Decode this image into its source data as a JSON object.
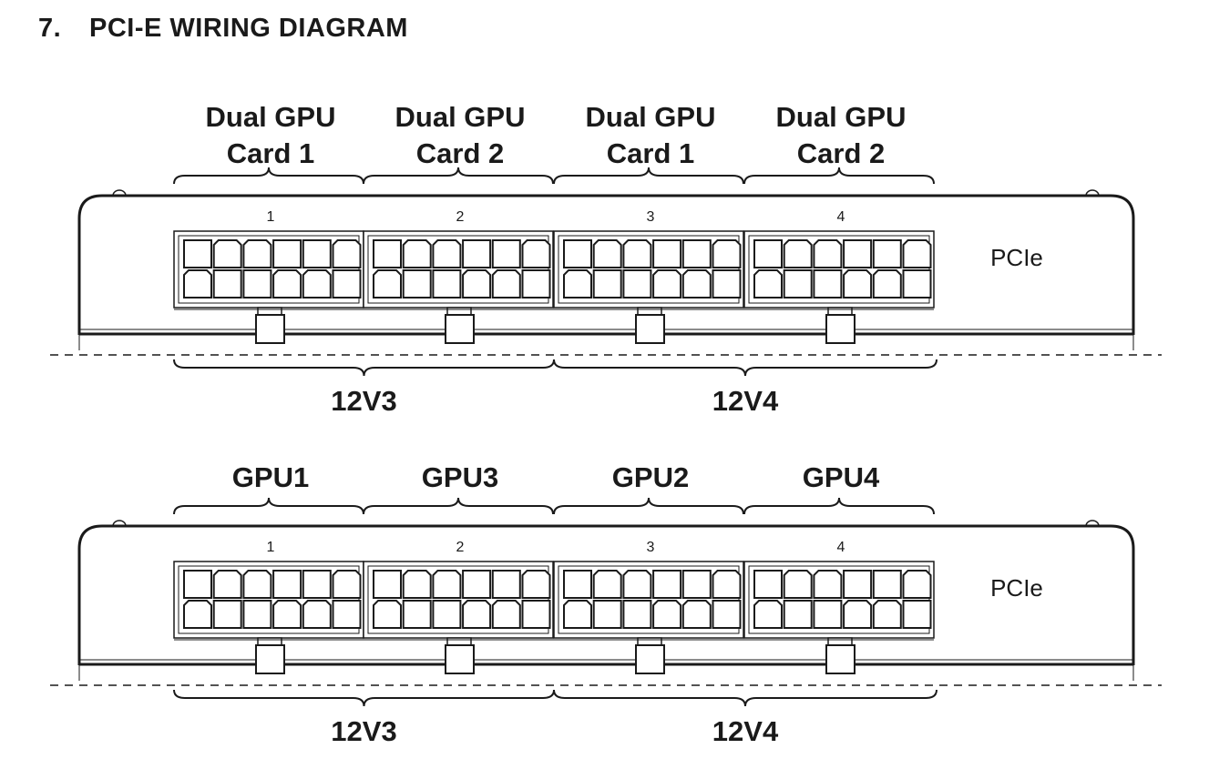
{
  "header": {
    "section_number": "7.",
    "title": "PCI-E WIRING DIAGRAM"
  },
  "panels": [
    {
      "id": "dual-gpu",
      "top_labels": [
        [
          "Dual GPU",
          "Card 1"
        ],
        [
          "Dual GPU",
          "Card 2"
        ],
        [
          "Dual GPU",
          "Card 1"
        ],
        [
          "Dual GPU",
          "Card 2"
        ]
      ],
      "port_numbers": [
        "1",
        "2",
        "3",
        "4"
      ],
      "side_label": "PCIe",
      "bottom_labels": [
        "12V3",
        "12V4"
      ]
    },
    {
      "id": "single-gpu",
      "top_labels": [
        [
          "GPU1"
        ],
        [
          "GPU3"
        ],
        [
          "GPU2"
        ],
        [
          "GPU4"
        ]
      ],
      "port_numbers": [
        "1",
        "2",
        "3",
        "4"
      ],
      "side_label": "PCIe",
      "bottom_labels": [
        "12V3",
        "12V4"
      ]
    }
  ],
  "connector": {
    "rows": 2,
    "pins_per_row": 6
  },
  "colors": {
    "ink": "#1a1a1a",
    "background": "#ffffff"
  }
}
